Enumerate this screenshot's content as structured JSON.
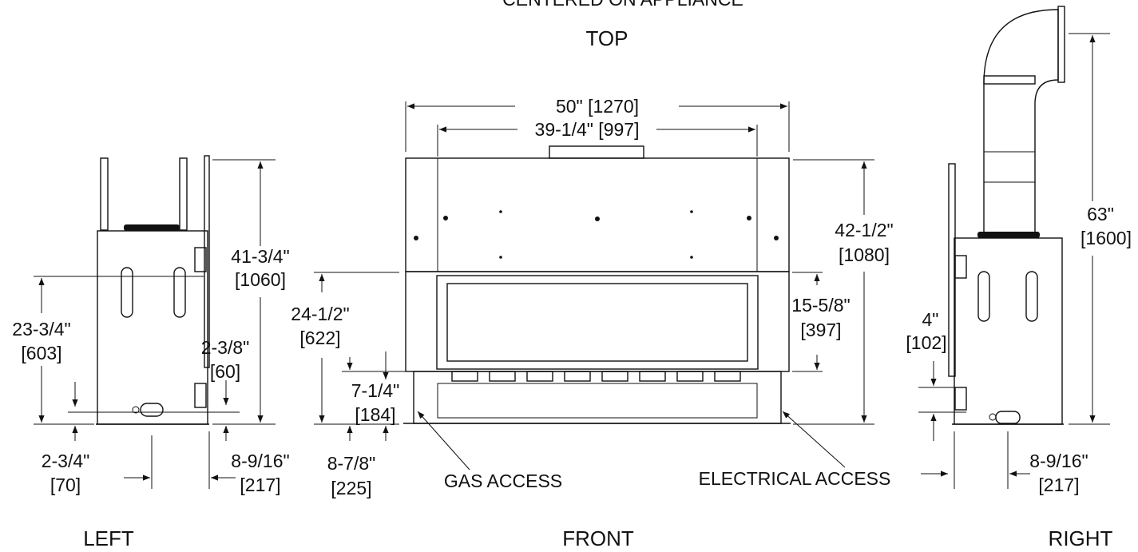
{
  "header": {
    "top_caption": "CENTERED ON APPLIANCE",
    "top_label": "TOP"
  },
  "views": {
    "left": "LEFT",
    "front": "FRONT",
    "right": "RIGHT"
  },
  "front": {
    "width_total": "50\" [1270]",
    "width_inner": "39-1/4\" [997]",
    "height_total_in": "42-1/2\"",
    "height_total_mm": "[1080]",
    "opening_height_in": "24-1/2\"",
    "opening_height_mm": "[622]",
    "glass_height_in": "15-5/8\"",
    "glass_height_mm": "[397]",
    "base_in": "7-1/4\"",
    "base_mm": "[184]",
    "floor_in": "8-7/8\"",
    "floor_mm": "[225]",
    "gas_access": "GAS ACCESS",
    "electrical_access": "ELECTRICAL ACCESS"
  },
  "left": {
    "height_in": "41-3/4\"",
    "height_mm": "[1060]",
    "vent_in": "23-3/4\"",
    "vent_mm": "[603]",
    "small_in": "2-3/8\"",
    "small_mm": "[60]",
    "bottom_in": "2-3/4\"",
    "bottom_mm": "[70]",
    "depth_in": "8-9/16\"",
    "depth_mm": "[217]"
  },
  "right": {
    "height_in": "63\"",
    "height_mm": "[1600]",
    "offset_in": "4\"",
    "offset_mm": "[102]",
    "depth_in": "8-9/16\"",
    "depth_mm": "[217]"
  }
}
